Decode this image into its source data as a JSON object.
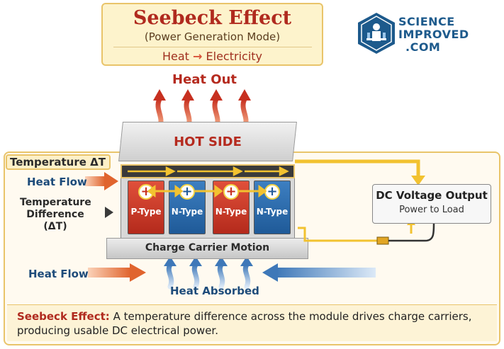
{
  "title": {
    "main": "Seebeck Effect",
    "subtitle": "(Power Generation Mode)",
    "flow_from": "Heat",
    "flow_to": "Electricity"
  },
  "logo": {
    "line1": "SCIENCE",
    "line2": "IMPROVED",
    "line3": ".COM"
  },
  "labels": {
    "heat_out": "Heat Out",
    "hot_side": "HOT SIDE",
    "temperature_delta": "Temperature ΔT",
    "heat_flow_top": "Heat Flow",
    "temperature_difference_line1": "Temperature",
    "temperature_difference_line2": "Difference (ΔT)",
    "charge_carrier_motion": "Charge Carrier Motion",
    "heat_flow_bottom": "Heat Flow",
    "heat_absorbed": "Heat Absorbed"
  },
  "legs": [
    {
      "label": "P-Type",
      "type": "p"
    },
    {
      "label": "N-Type",
      "type": "n"
    },
    {
      "label": "N-Type",
      "type": "p"
    },
    {
      "label": "N-Type",
      "type": "n"
    }
  ],
  "dc_output": {
    "title": "DC Voltage Output",
    "subtitle": "Power to Load"
  },
  "caption": {
    "head": "Seebeck Effect:",
    "body": "A temperature difference across the module drives charge carriers, producing usable DC electrical power."
  },
  "colors": {
    "hot": "#d9533a",
    "cold": "#4a86c5",
    "accent": "#f2c230",
    "title_red": "#b02a1e"
  },
  "icons": [
    "scientist-hexagon-icon",
    "plus-icon",
    "arrow-right-icon",
    "heat-wave-arrow-icon"
  ]
}
